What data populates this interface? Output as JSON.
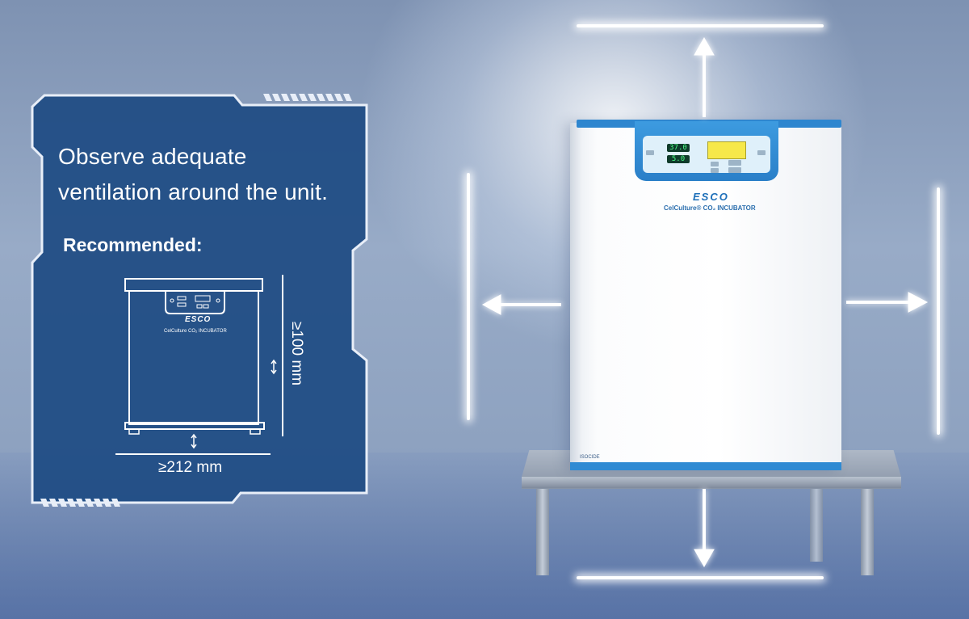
{
  "panel": {
    "title_line1": "Observe adequate",
    "title_line2": "ventilation around the unit.",
    "recommended_label": "Recommended:",
    "vertical_clearance": "≥100 mm",
    "horizontal_clearance": "≥212 mm",
    "sketch_brand": "ESCO",
    "sketch_subtitle": "CelCulture CO₂ INCUBATOR"
  },
  "incubator": {
    "brand": "ESCO",
    "subtitle": "CelCulture® CO₂ INCUBATOR",
    "display_top": "37.0",
    "display_bottom": "5.0",
    "bottom_tag": "ISOCIDE"
  },
  "colors": {
    "panel_fill": "#1e4b83",
    "panel_border": "#e8eef8",
    "accent_blue": "#2e86cf",
    "glow": "#ffffff"
  },
  "icons": {
    "arrows": [
      "arrow-up-icon",
      "arrow-down-icon",
      "arrow-left-icon",
      "arrow-right-icon"
    ]
  }
}
